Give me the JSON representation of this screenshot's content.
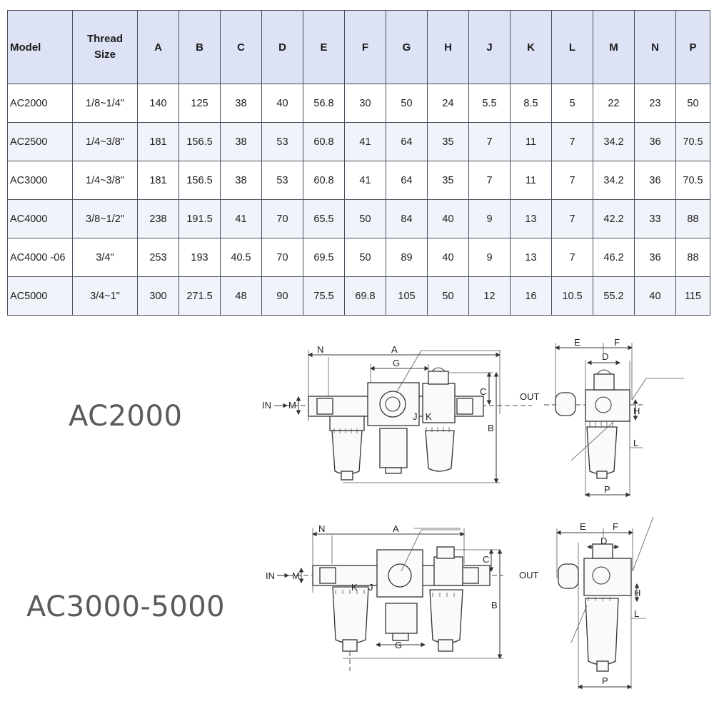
{
  "table": {
    "headers": [
      "Model",
      "Thread Size",
      "A",
      "B",
      "C",
      "D",
      "E",
      "F",
      "G",
      "H",
      "J",
      "K",
      "L",
      "M",
      "N",
      "P"
    ],
    "thread_header_lines": [
      "Thread",
      "Size"
    ],
    "rows": [
      [
        "AC2000",
        "1/8~1/4\"",
        "140",
        "125",
        "38",
        "40",
        "56.8",
        "30",
        "50",
        "24",
        "5.5",
        "8.5",
        "5",
        "22",
        "23",
        "50"
      ],
      [
        "AC2500",
        "1/4~3/8\"",
        "181",
        "156.5",
        "38",
        "53",
        "60.8",
        "41",
        "64",
        "35",
        "7",
        "11",
        "7",
        "34.2",
        "36",
        "70.5"
      ],
      [
        "AC3000",
        "1/4~3/8\"",
        "181",
        "156.5",
        "38",
        "53",
        "60.8",
        "41",
        "64",
        "35",
        "7",
        "11",
        "7",
        "34.2",
        "36",
        "70.5"
      ],
      [
        "AC4000",
        "3/8~1/2\"",
        "238",
        "191.5",
        "41",
        "70",
        "65.5",
        "50",
        "84",
        "40",
        "9",
        "13",
        "7",
        "42.2",
        "33",
        "88"
      ],
      [
        "AC4000 -06",
        "3/4\"",
        "253",
        "193",
        "40.5",
        "70",
        "69.5",
        "50",
        "89",
        "40",
        "9",
        "13",
        "7",
        "46.2",
        "36",
        "88"
      ],
      [
        "AC5000",
        "3/4~1\"",
        "300",
        "271.5",
        "48",
        "90",
        "75.5",
        "69.8",
        "105",
        "50",
        "12",
        "16",
        "10.5",
        "55.2",
        "40",
        "115"
      ]
    ]
  },
  "labels": {
    "ac2000": "AC2000",
    "ac3000_5000": "AC3000-5000"
  },
  "drawing_top": {
    "front": {
      "N": "N",
      "A": "A",
      "G": "G",
      "C": "C",
      "B": "B",
      "M": "M",
      "IN": "IN",
      "K": "K",
      "J": "J"
    },
    "side": {
      "E": "E",
      "F": "F",
      "D": "D",
      "OUT": "OUT",
      "H": "H",
      "L": "L",
      "P": "P"
    }
  },
  "drawing_bottom": {
    "front": {
      "N": "N",
      "A": "A",
      "G": "G",
      "C": "C",
      "B": "B",
      "M": "M",
      "IN": "IN",
      "K": "K",
      "J": "J"
    },
    "side": {
      "E": "E",
      "F": "F",
      "D": "D",
      "OUT": "OUT",
      "H": "H",
      "L": "L",
      "P": "P"
    }
  },
  "colors": {
    "header_bg": "#dde3f5",
    "stripe_bg": "#f1f3fa",
    "border": "#4a4f5e",
    "label_text": "#5b5b5b"
  }
}
